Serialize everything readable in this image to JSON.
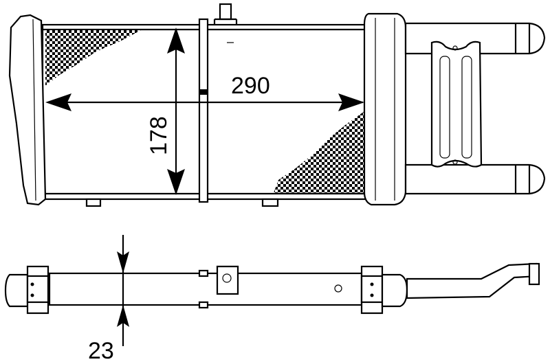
{
  "dimensions": {
    "width": "290",
    "height": "178",
    "depth": "23"
  },
  "colors": {
    "line": "#000000",
    "background": "#ffffff"
  }
}
